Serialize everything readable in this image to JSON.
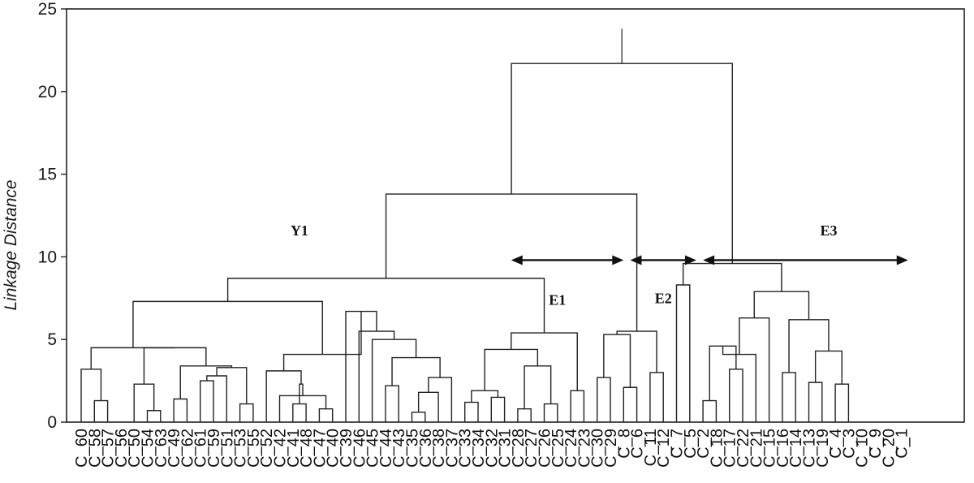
{
  "chart_data": {
    "type": "dendrogram",
    "ylabel": "Linkage Distance",
    "ylim": [
      0,
      25
    ],
    "yticks": [
      "0",
      "5",
      "10",
      "15",
      "20",
      "25"
    ],
    "grid": false,
    "leaves": [
      "C_60",
      "C_58",
      "C_57",
      "C_56",
      "C_50",
      "C_54",
      "C_63",
      "C_49",
      "C_62",
      "C_61",
      "C_59",
      "C_51",
      "C_53",
      "C_55",
      "C_52",
      "C_42",
      "C_41",
      "C_48",
      "C_47",
      "C_40",
      "C_39",
      "C_46",
      "C_45",
      "C_44",
      "C_43",
      "C_35",
      "C_36",
      "C_38",
      "C_37",
      "C_33",
      "C_34",
      "C_32",
      "C_31",
      "C_28",
      "C_27",
      "C_26",
      "C_25",
      "C_24",
      "C_23",
      "C_30",
      "C_29",
      "C_8",
      "C_6",
      "C_11",
      "C_12",
      "C_7",
      "C_5",
      "C_2",
      "C_18",
      "C_17",
      "C_22",
      "C_21",
      "C_15",
      "C_16",
      "C_14",
      "C_13",
      "C_19",
      "C_4",
      "C_3",
      "C_10",
      "C_9",
      "C_20",
      "C_1"
    ],
    "merges": [
      {
        "a": 1,
        "b": 2,
        "h": 1.3
      },
      {
        "a": 0,
        "b": "m0",
        "h": 3.2
      },
      {
        "a": 5,
        "b": 6,
        "h": 0.7
      },
      {
        "a": 4,
        "b": "m2",
        "h": 2.3
      },
      {
        "a": 7,
        "b": 8,
        "h": 1.4
      },
      {
        "a": 9,
        "b": 10,
        "h": 2.5
      },
      {
        "a": 11,
        "b": "m5",
        "h": 2.8
      },
      {
        "a": 12,
        "b": 13,
        "h": 1.1
      },
      {
        "a": "m6",
        "b": "m7",
        "h": 3.3
      },
      {
        "a": "m4",
        "b": "m8",
        "h": 3.4
      },
      {
        "a": "m3",
        "b": "m9",
        "h": 4.5
      },
      {
        "a": "m1",
        "b": "m10",
        "h": 4.5
      },
      {
        "a": 16,
        "b": 17,
        "h": 1.1
      },
      {
        "a": 18,
        "b": 19,
        "h": 0.8
      },
      {
        "a": 15,
        "b": "m13",
        "h": 1.6
      },
      {
        "a": "m12",
        "b": "m14",
        "h": 2.3
      },
      {
        "a": 14,
        "b": "m15",
        "h": 3.1
      },
      {
        "a": 23,
        "b": 24,
        "h": 2.2
      },
      {
        "a": 25,
        "b": 26,
        "h": 0.6
      },
      {
        "a": "m18",
        "b": 27,
        "h": 1.8
      },
      {
        "a": 28,
        "b": "m19",
        "h": 2.7
      },
      {
        "a": "m17",
        "b": "m20",
        "h": 3.9
      },
      {
        "a": 22,
        "b": "m21",
        "h": 5.0
      },
      {
        "a": 21,
        "b": "m22",
        "h": 5.5
      },
      {
        "a": 20,
        "b": "m23",
        "h": 6.7
      },
      {
        "a": "m16",
        "b": "m24",
        "h": 4.1
      },
      {
        "a": "m11",
        "b": "m25",
        "h": 7.3
      },
      {
        "a": 29,
        "b": 30,
        "h": 1.2
      },
      {
        "a": 31,
        "b": 32,
        "h": 1.5
      },
      {
        "a": "m27",
        "b": "m28",
        "h": 1.9
      },
      {
        "a": 33,
        "b": 34,
        "h": 0.8
      },
      {
        "a": 35,
        "b": 36,
        "h": 1.1
      },
      {
        "a": "m30",
        "b": "m31",
        "h": 3.4
      },
      {
        "a": "m29",
        "b": "m32",
        "h": 4.4
      },
      {
        "a": 37,
        "b": 38,
        "h": 1.9
      },
      {
        "a": "m33",
        "b": "m34",
        "h": 5.4
      },
      {
        "a": "m26",
        "b": "m35",
        "h": 8.7
      },
      {
        "a": 39,
        "b": 40,
        "h": 2.7
      },
      {
        "a": 41,
        "b": 42,
        "h": 2.1
      },
      {
        "a": "m37",
        "b": "m38",
        "h": 5.3
      },
      {
        "a": 43,
        "b": 44,
        "h": 3.0
      },
      {
        "a": "m39",
        "b": "m40",
        "h": 5.5
      },
      {
        "a": "m36",
        "b": "m41",
        "h": 13.8
      },
      {
        "a": 45,
        "b": 46,
        "h": 8.3
      },
      {
        "a": 47,
        "b": 48,
        "h": 1.3
      },
      {
        "a": 49,
        "b": 50,
        "h": 3.2
      },
      {
        "a": "m44",
        "b": "m45",
        "h": 4.6
      },
      {
        "a": 51,
        "b": "m46",
        "h": 4.1
      },
      {
        "a": 52,
        "b": "m47",
        "h": 6.3
      },
      {
        "a": 53,
        "b": 54,
        "h": 3.0
      },
      {
        "a": 55,
        "b": 56,
        "h": 2.4
      },
      {
        "a": 57,
        "b": 58,
        "h": 2.3
      },
      {
        "a": "m50",
        "b": "m51",
        "h": 4.3
      },
      {
        "a": "m49",
        "b": "m52",
        "h": 6.2
      },
      {
        "a": "m48",
        "b": "m53",
        "h": 7.9
      },
      {
        "a": "m43",
        "b": "m54",
        "h": 9.6
      },
      {
        "a": "m42",
        "b": "m55",
        "h": 21.7
      }
    ],
    "root_stem_top": 23.8,
    "cluster_labels": [
      {
        "text": "Y1",
        "x": 16.5,
        "y": 11.6
      },
      {
        "text": "E1",
        "x": 36.0,
        "y": 7.4
      },
      {
        "text": "E2",
        "x": 44.0,
        "y": 7.5
      },
      {
        "text": "E3",
        "x": 56.5,
        "y": 11.6
      }
    ],
    "arrows": [
      {
        "from": 32.5,
        "to": 41.0,
        "y": 9.8
      },
      {
        "from": 41.5,
        "to": 46.5,
        "y": 9.8
      },
      {
        "from": 47.0,
        "to": 62.5,
        "y": 9.8
      }
    ]
  }
}
